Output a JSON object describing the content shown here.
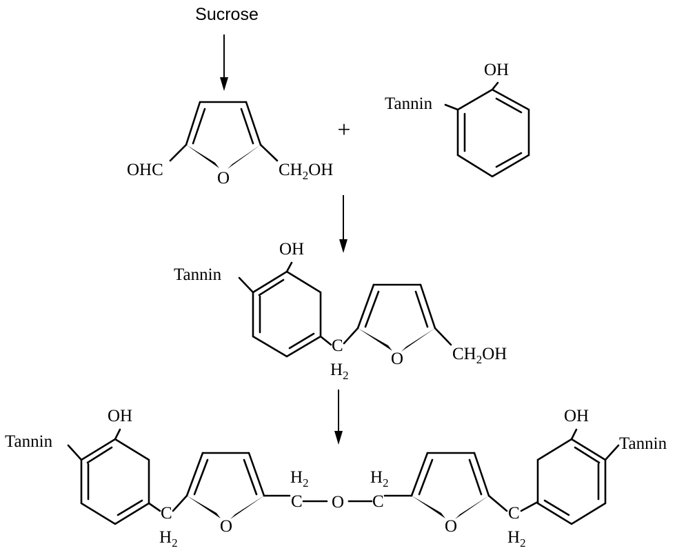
{
  "start_material": "Sucrose",
  "plus_sign": "+",
  "labels": {
    "tannin": "Tannin",
    "oh": "OH",
    "ohc": "OHC",
    "ring_o": "O",
    "bridge_o": "O",
    "ch2oh_c": "CH",
    "ch2oh_sub": "2",
    "ch2oh_oh": "OH",
    "methylene_h": "H",
    "methylene_sub": "2",
    "methylene_c": "C"
  }
}
